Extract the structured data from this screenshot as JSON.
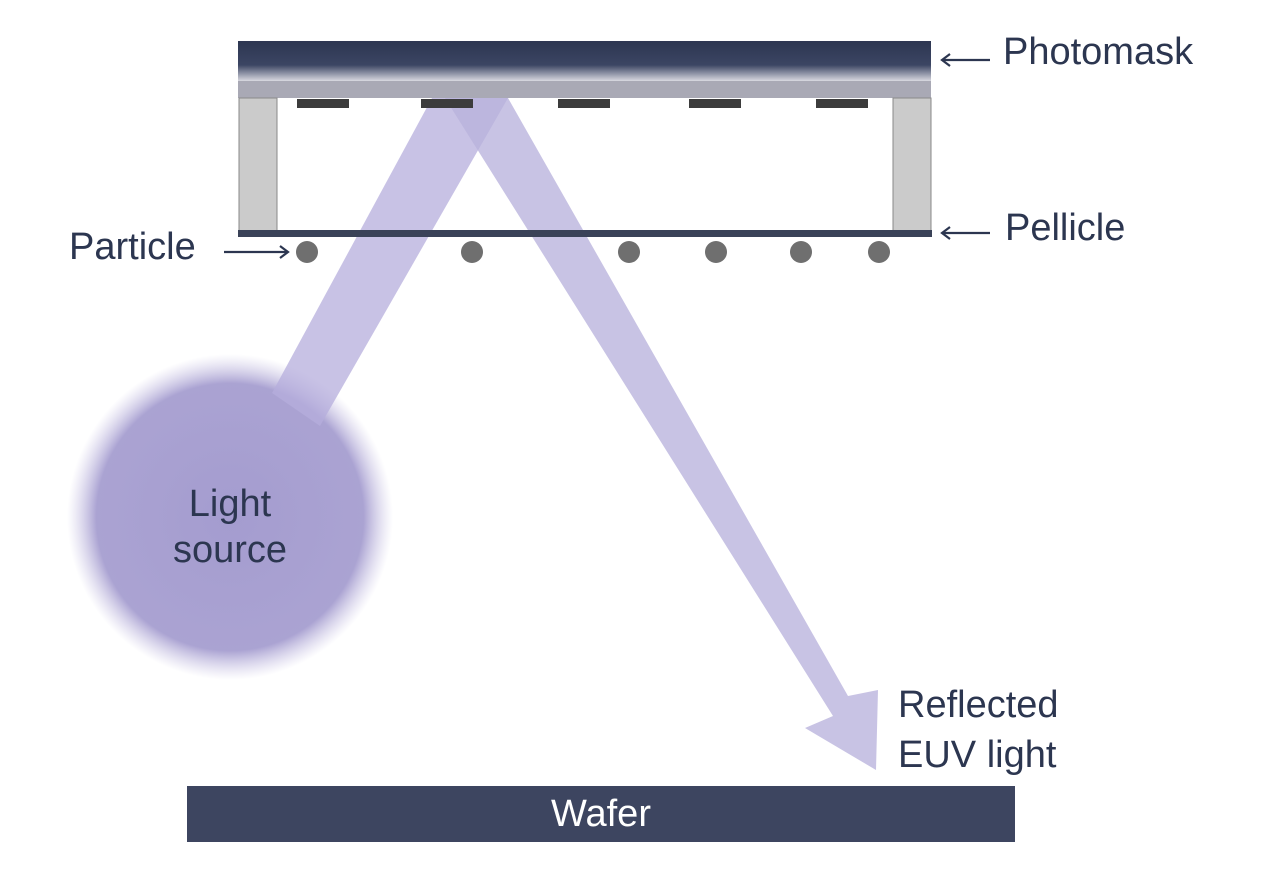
{
  "labels": {
    "photomask": "Photomask",
    "pellicle": "Pellicle",
    "particle": "Particle",
    "light_source_line1": "Light",
    "light_source_line2": "source",
    "reflected_line1": "Reflected",
    "reflected_line2": "EUV light",
    "wafer": "Wafer"
  },
  "colors": {
    "mask_dark": "#2f3a55",
    "mask_light": "#a9a9b5",
    "frame": "#cbcbcb",
    "pellicle_film": "#3a4258",
    "absorber": "#3c3c3c",
    "particle": "#6f6f6f",
    "beam": "#b4acd8",
    "source": "#9f97cc",
    "wafer": "#3d4560",
    "text": "#2c3650"
  },
  "counts": {
    "absorber_patterns": 5,
    "particles": 6
  }
}
